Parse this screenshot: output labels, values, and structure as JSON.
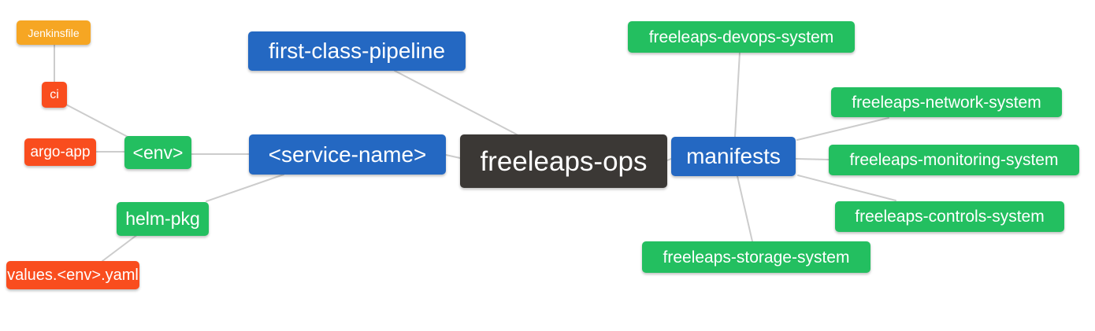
{
  "palette": {
    "root_node": "#3B3835",
    "branch_node": "#2468C2",
    "system_node": "#23BF60",
    "config_node": "#F94D1E",
    "file_node": "#F6A623",
    "edge": "#CCCCCC",
    "node_text": "#FFFFFF",
    "background": "#FFFFFF"
  },
  "nodes": [
    {
      "id": "freeleaps-ops",
      "label": "freeleaps-ops",
      "role": "root"
    },
    {
      "id": "first-class-pipeline",
      "label": "first-class-pipeline",
      "role": "branch"
    },
    {
      "id": "service-name",
      "label": "<service-name>",
      "role": "branch"
    },
    {
      "id": "manifests",
      "label": "manifests",
      "role": "branch"
    },
    {
      "id": "env",
      "label": "<env>",
      "role": "system"
    },
    {
      "id": "helm-pkg",
      "label": "helm-pkg",
      "role": "system"
    },
    {
      "id": "ci",
      "label": "ci",
      "role": "config"
    },
    {
      "id": "argo-app",
      "label": "argo-app",
      "role": "config"
    },
    {
      "id": "jenkinsfile",
      "label": "Jenkinsfile",
      "role": "file"
    },
    {
      "id": "values-env-yaml",
      "label": "values.<env>.yaml",
      "role": "config"
    },
    {
      "id": "freeleaps-devops-system",
      "label": "freeleaps-devops-system",
      "role": "system"
    },
    {
      "id": "freeleaps-network-system",
      "label": "freeleaps-network-system",
      "role": "system"
    },
    {
      "id": "freeleaps-monitoring-system",
      "label": "freeleaps-monitoring-system",
      "role": "system"
    },
    {
      "id": "freeleaps-controls-system",
      "label": "freeleaps-controls-system",
      "role": "system"
    },
    {
      "id": "freeleaps-storage-system",
      "label": "freeleaps-storage-system",
      "role": "system"
    }
  ],
  "edges": [
    {
      "from": "jenkinsfile",
      "to": "ci"
    },
    {
      "from": "ci",
      "to": "env"
    },
    {
      "from": "argo-app",
      "to": "env"
    },
    {
      "from": "env",
      "to": "service-name"
    },
    {
      "from": "first-class-pipeline",
      "to": "freeleaps-ops"
    },
    {
      "from": "service-name",
      "to": "freeleaps-ops"
    },
    {
      "from": "service-name",
      "to": "helm-pkg"
    },
    {
      "from": "helm-pkg",
      "to": "values-env-yaml"
    },
    {
      "from": "freeleaps-ops",
      "to": "manifests"
    },
    {
      "from": "manifests",
      "to": "freeleaps-devops-system"
    },
    {
      "from": "manifests",
      "to": "freeleaps-network-system"
    },
    {
      "from": "manifests",
      "to": "freeleaps-monitoring-system"
    },
    {
      "from": "manifests",
      "to": "freeleaps-controls-system"
    },
    {
      "from": "manifests",
      "to": "freeleaps-storage-system"
    }
  ]
}
